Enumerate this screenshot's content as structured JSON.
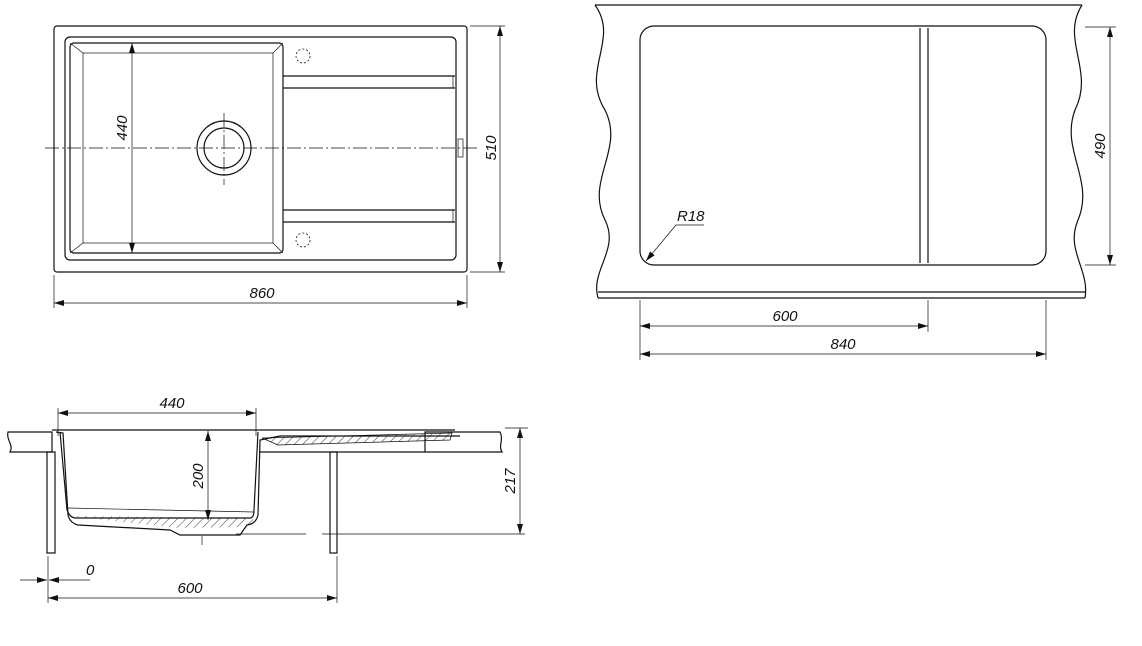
{
  "top_view": {
    "width_dim": "860",
    "depth_dim": "510",
    "bowl_dim": "440"
  },
  "cutout_view": {
    "radius_dim": "R18",
    "depth_dim": "490",
    "bowl_cut_dim": "600",
    "width_dim": "840"
  },
  "section_view": {
    "bowl_width_dim": "440",
    "bowl_depth_dim": "200",
    "total_height_dim": "217",
    "offset_dim": "0",
    "cabinet_dim": "600"
  }
}
